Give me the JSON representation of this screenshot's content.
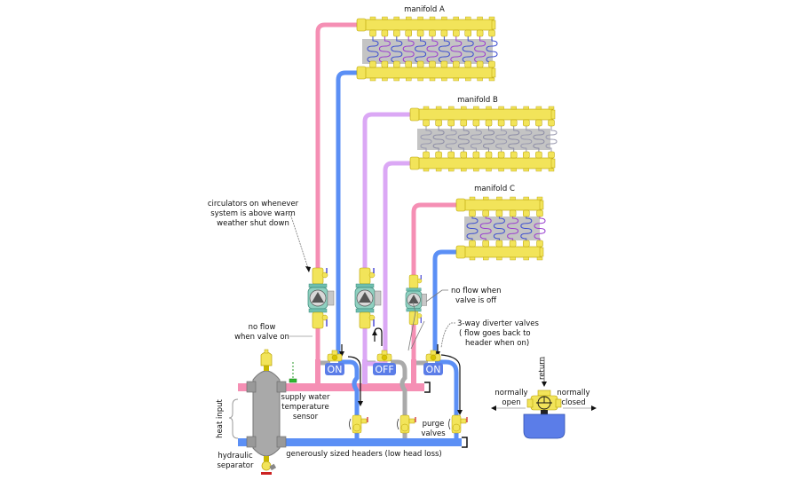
{
  "colors": {
    "supply": "#f58fb4",
    "return": "#5b8ff5",
    "off_supply": "#dba8f5",
    "bypass": "#aaaaaa",
    "brass": "#f2e45a",
    "brass_dark": "#b8a000",
    "separator": "#a9a9a9",
    "valve_badge": "#5b7de8",
    "slab": "#c4c4c4"
  },
  "manifolds": [
    {
      "label": "manifold A",
      "loops": 11,
      "state": "on"
    },
    {
      "label": "manifold B",
      "loops": 11,
      "state": "off"
    },
    {
      "label": "manifold C",
      "loops": 6,
      "state": "on"
    }
  ],
  "zone_valves": [
    {
      "state_label": "ON"
    },
    {
      "state_label": "OFF"
    },
    {
      "state_label": "ON"
    }
  ],
  "annotations": {
    "circulators": [
      "circulators on whenever",
      "system is above warm",
      "weather shut down"
    ],
    "no_flow_valve_on": [
      "no flow",
      "when valve on"
    ],
    "no_flow_valve_off": [
      "no flow when",
      "valve is off"
    ],
    "diverter": [
      "3-way diverter valves",
      "( flow goes back to",
      "header when on)"
    ],
    "supply_sensor": [
      "supply water",
      "temperature",
      "sensor"
    ],
    "purge": [
      "purge",
      "valves"
    ],
    "heat_input": "heat input",
    "separator": [
      "hydraulic",
      "separator"
    ],
    "headers": "generously sized headers (low head loss)"
  },
  "legend_valve": {
    "return": "return",
    "normally_open": [
      "normally",
      "open"
    ],
    "normally_closed": [
      "normally",
      "closed"
    ]
  }
}
